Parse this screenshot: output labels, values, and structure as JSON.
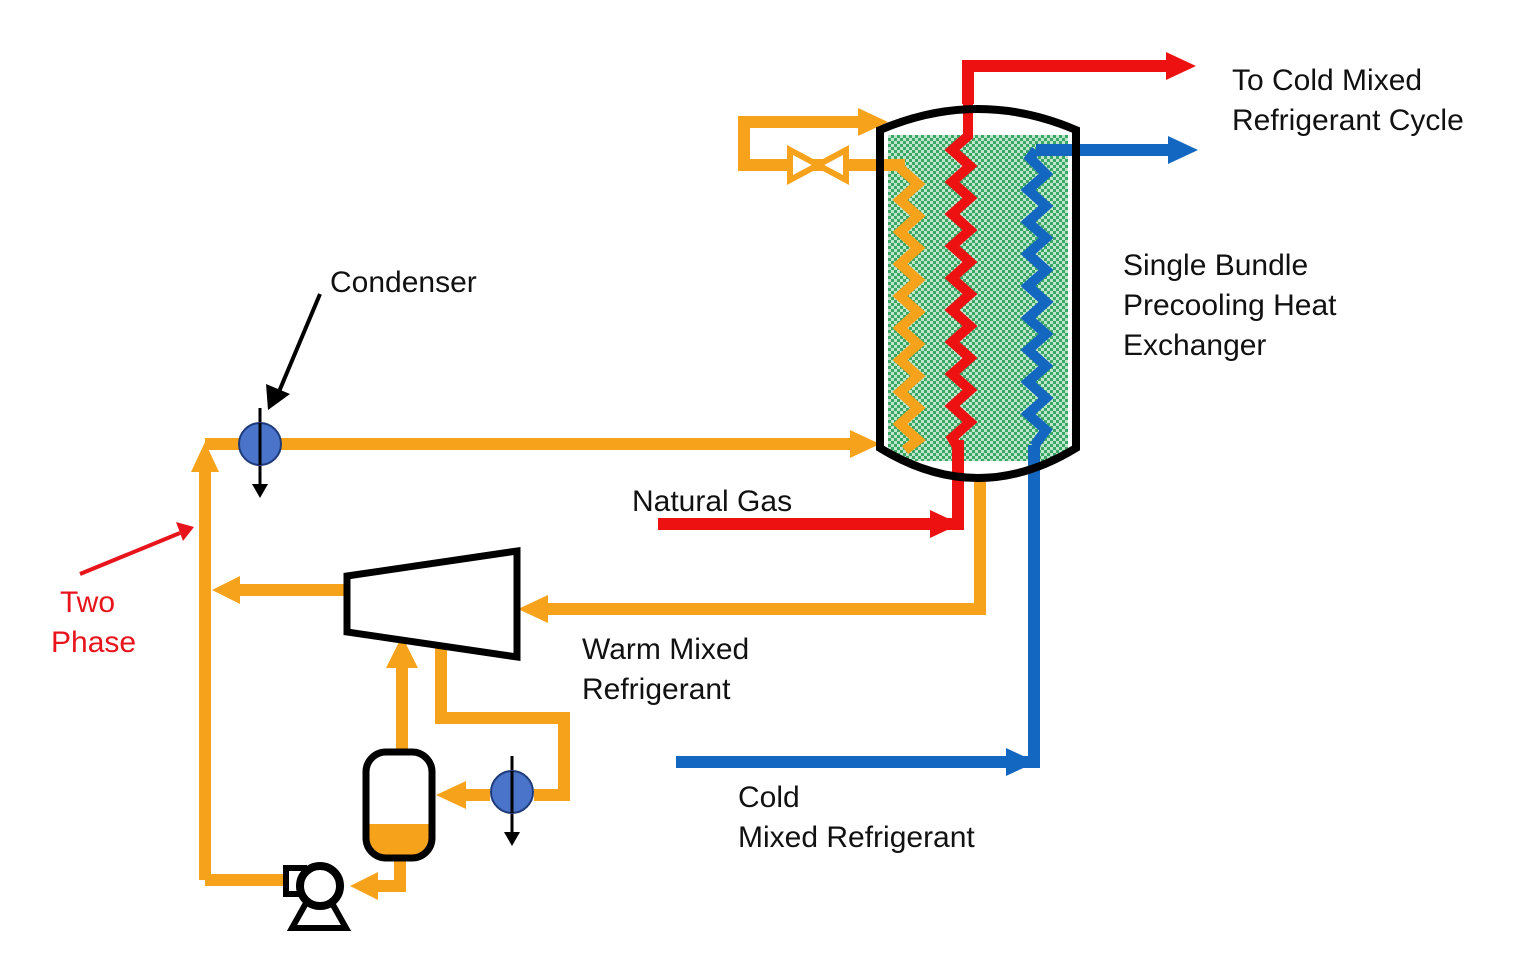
{
  "labels": {
    "to_cold_cycle": [
      "To Cold Mixed",
      "Refrigerant Cycle"
    ],
    "exchanger": [
      "Single Bundle",
      "Precooling Heat",
      "Exchanger"
    ],
    "condenser": "Condenser",
    "natural_gas": "Natural Gas",
    "two_phase": [
      "Two",
      "Phase"
    ],
    "warm_mr": [
      "Warm Mixed",
      "Refrigerant"
    ],
    "cold_mr": [
      "Cold",
      "Mixed Refrigerant"
    ]
  },
  "colors": {
    "warm_refrigerant": "#F7A21B",
    "natural_gas": "#EE1111",
    "cold_refrigerant": "#1467C0",
    "equipment_outline": "#000000",
    "condenser_fill": "#4A74C9",
    "exchanger_packing": "#4CB878",
    "annotation_red": "#E8141B"
  },
  "icons": [
    "condenser-icon",
    "valve-icon",
    "compressor-icon",
    "separator-drum-icon",
    "pump-icon"
  ]
}
